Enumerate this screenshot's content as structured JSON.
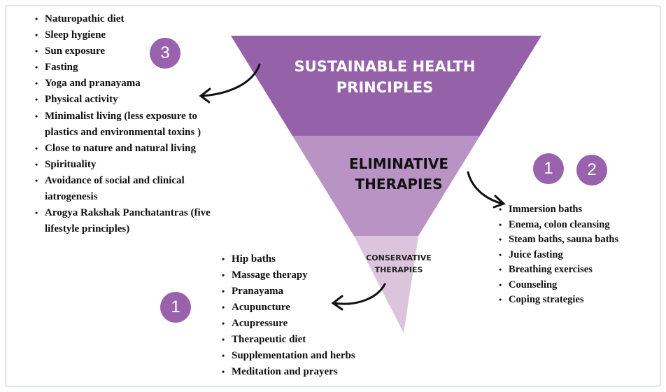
{
  "levels": {
    "top": "SUSTAINABLE HEALTH PRINCIPLES",
    "middle": "ELIMINATIVE THERAPIES",
    "bottom": "CONSERVATIVE THERAPIES"
  },
  "colors": {
    "top": "#9562aa",
    "middle": "#b893c3",
    "bottom": "#dcc4dc",
    "badge": "#9a62ad"
  },
  "badges": [
    "3",
    "1",
    "2",
    "1"
  ],
  "list_sustainable": [
    "Naturopathic diet",
    "Sleep hygiene",
    "Sun exposure",
    "Fasting",
    "Yoga and pranayama",
    "Physical activity",
    "Minimalist  living (less exposure to plastics and environmental toxins )",
    "Close to nature and natural living",
    "Spirituality",
    "Avoidance of social and clinical iatrogenesis",
    "Arogya Rakshak Panchatantras (five lifestyle principles)"
  ],
  "list_eliminative": [
    "Immersion baths",
    "Enema, colon cleansing",
    "Steam baths, sauna baths",
    "Juice fasting",
    "Breathing exercises",
    "Counseling",
    "Coping strategies"
  ],
  "list_conservative": [
    "Hip baths",
    "Massage therapy",
    "Pranayama",
    "Acupuncture",
    "Acupressure",
    "Therapeutic diet",
    "Supplementation  and herbs",
    "Meditation  and prayers"
  ]
}
